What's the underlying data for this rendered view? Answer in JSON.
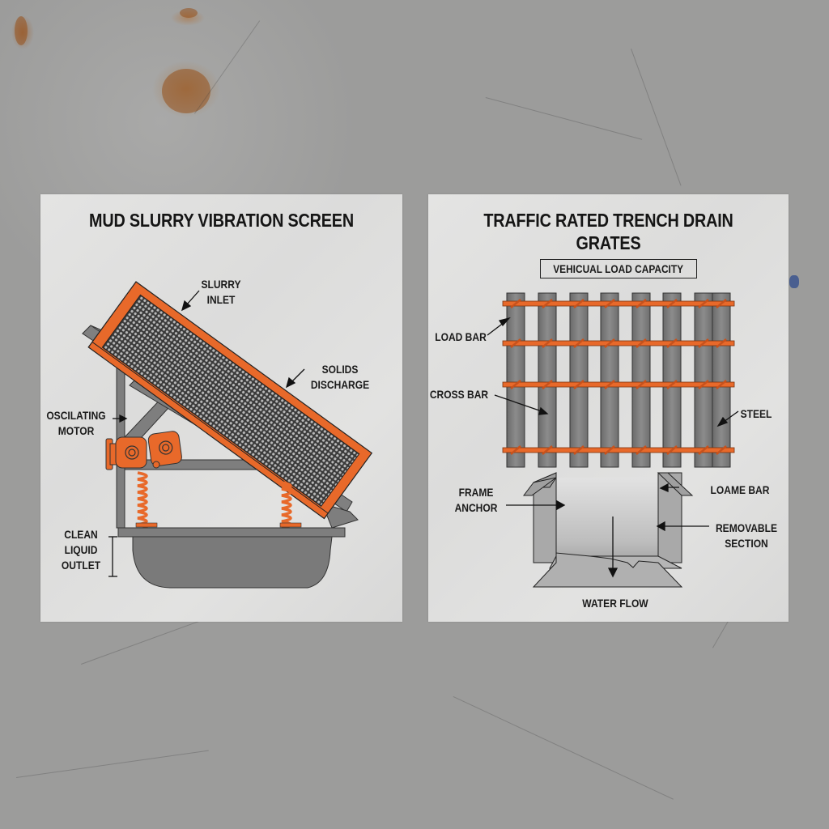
{
  "left_panel": {
    "title": "MUD SLURRY VIBRATION SCREEN",
    "labels": {
      "slurry_inlet_1": "SLURRY",
      "slurry_inlet_2": "INLET",
      "solids_discharge_1": "SOLIDS",
      "solids_discharge_2": "DISCHARGE",
      "oscillating_motor_1": "OSCILATING",
      "oscillating_motor_2": "MOTOR",
      "clean_liquid_outlet_1": "CLEAN",
      "clean_liquid_outlet_2": "LIQUID",
      "clean_liquid_outlet_3": "OUTLET"
    }
  },
  "right_panel": {
    "title_line1": "TRAFFIC RATED TRENCH DRAIN",
    "title_line2": "GRATES",
    "subtitle": "VEHICUAL LOAD CAPACITY",
    "labels": {
      "load_bar": "LOAD BAR",
      "cross_bar": "CROSS BAR",
      "steel": "STEEL",
      "frame_anchor_1": "FRAME",
      "frame_anchor_2": "ANCHOR",
      "loame_bar": "LOAME BAR",
      "removable_section_1": "REMOVABLE",
      "removable_section_2": "SECTION",
      "water_flow": "WATER FLOW"
    }
  },
  "colors": {
    "orange": "#e8692a",
    "steel_gray": "#7c7c7c",
    "panel": "#e0e0df",
    "background": "#9a9a99",
    "text": "#151515"
  }
}
